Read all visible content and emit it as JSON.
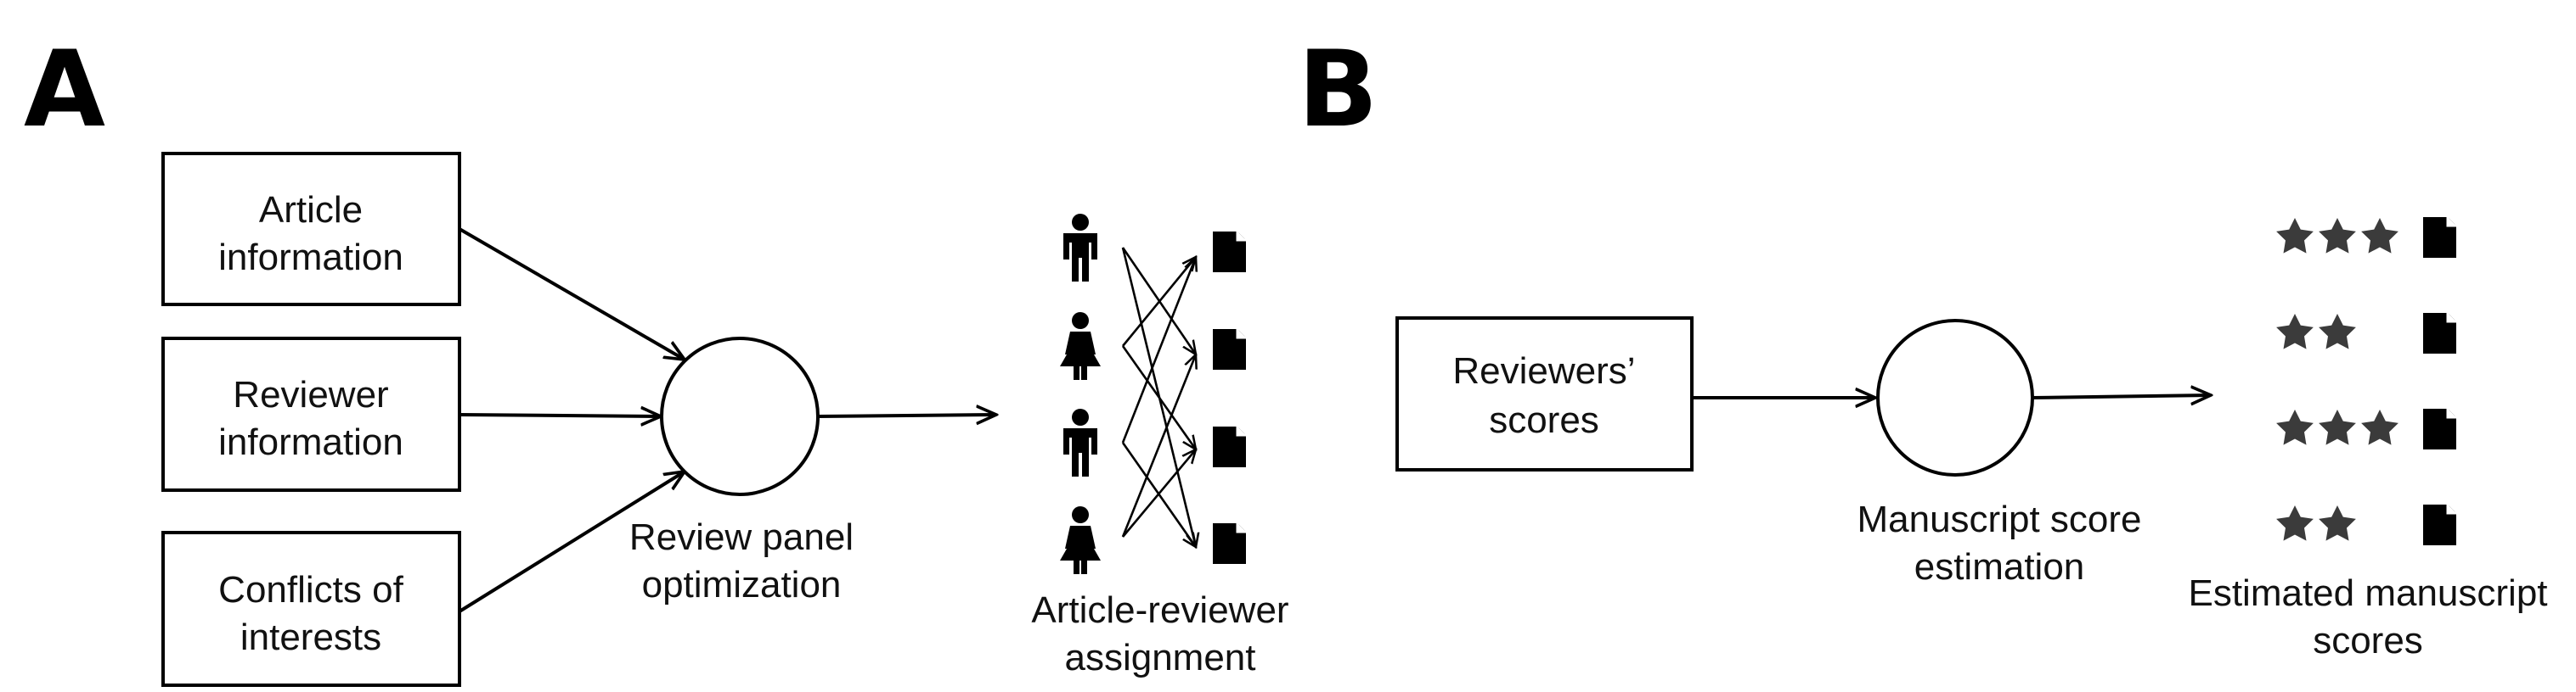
{
  "panels": {
    "a_label": "A",
    "b_label": "B"
  },
  "panel_a": {
    "inputs": [
      {
        "line1": "Article",
        "line2": "information"
      },
      {
        "line1": "Reviewer",
        "line2": "information"
      },
      {
        "line1": "Conflicts of",
        "line2": "interests"
      }
    ],
    "process_caption": {
      "line1": "Review panel",
      "line2": "optimization"
    },
    "output_caption": {
      "line1": "Article-reviewer",
      "line2": "assignment"
    },
    "reviewer_icons": [
      "man-icon",
      "woman-icon",
      "man-icon",
      "woman-icon"
    ],
    "article_icons": [
      "document-icon",
      "document-icon",
      "document-icon",
      "document-icon"
    ]
  },
  "panel_b": {
    "input": {
      "line1": "Reviewers’",
      "line2": "scores"
    },
    "process_caption": {
      "line1": "Manuscript score",
      "line2": "estimation"
    },
    "output_caption": {
      "line1": "Estimated manuscript",
      "line2": "scores"
    },
    "estimated_stars": [
      3,
      2,
      3,
      2
    ],
    "star_icon": "star-icon",
    "document_icon": "document-icon"
  },
  "colors": {
    "stroke": "#000000",
    "star": "#3b3b3b",
    "background": "#ffffff"
  }
}
